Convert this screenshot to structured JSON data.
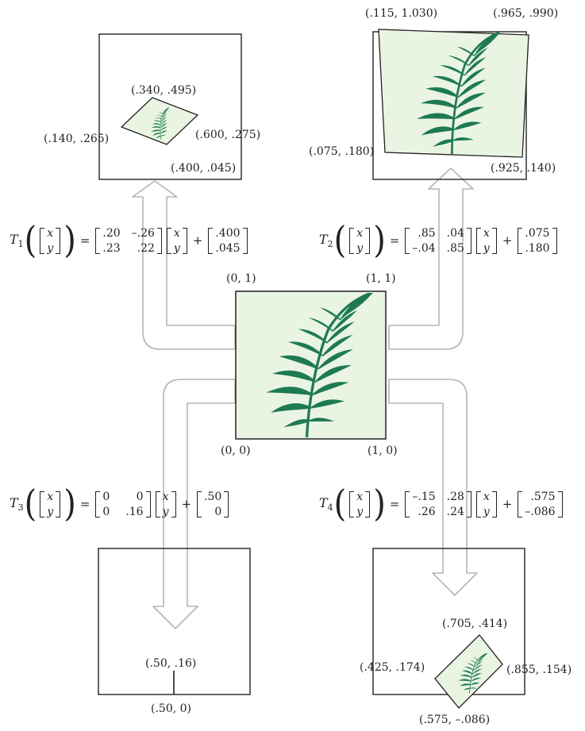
{
  "diagram": {
    "colors": {
      "fern": "#1e7a53",
      "fern_bg": "#eaf4e2",
      "arrow": "#b5b5b5",
      "frame": "#222222"
    },
    "center": {
      "corner_top_left": "(0, 1)",
      "corner_top_right": "(1, 1)",
      "corner_bottom_left": "(0, 0)",
      "corner_bottom_right": "(1, 0)"
    },
    "t1": {
      "name": "T",
      "index": "1",
      "vector": [
        "x",
        "y"
      ],
      "matrix": [
        [
          ".20",
          "–.26"
        ],
        [
          ".23",
          ".22"
        ]
      ],
      "offset": [
        ".400",
        ".045"
      ],
      "labels": {
        "top": "(.340, .495)",
        "left": "(.140, .265)",
        "right": "(.600, .275)",
        "bottom": "(.400, .045)"
      }
    },
    "t2": {
      "name": "T",
      "index": "2",
      "vector": [
        "x",
        "y"
      ],
      "matrix": [
        [
          ".85",
          ".04"
        ],
        [
          "–.04",
          ".85"
        ]
      ],
      "offset": [
        ".075",
        ".180"
      ],
      "labels": {
        "top_left": "(.115, 1.030)",
        "top_right": "(.965, .990)",
        "bottom_left": "(.075, .180)",
        "bottom_right": "(.925, .140)"
      }
    },
    "t3": {
      "name": "T",
      "index": "3",
      "vector": [
        "x",
        "y"
      ],
      "matrix": [
        [
          "0",
          "0"
        ],
        [
          "0",
          ".16"
        ]
      ],
      "offset": [
        ".50",
        "0"
      ],
      "labels": {
        "top": "(.50, .16)",
        "bottom": "(.50, 0)"
      }
    },
    "t4": {
      "name": "T",
      "index": "4",
      "vector": [
        "x",
        "y"
      ],
      "matrix": [
        [
          "–.15",
          ".28"
        ],
        [
          ".26",
          ".24"
        ]
      ],
      "offset": [
        ".575",
        "–.086"
      ],
      "labels": {
        "top": "(.705, .414)",
        "left": "(.425, .174)",
        "right": "(.855, .154)",
        "bottom": "(.575, –.086)"
      }
    },
    "equals_sign": "=",
    "plus_sign": "+"
  }
}
